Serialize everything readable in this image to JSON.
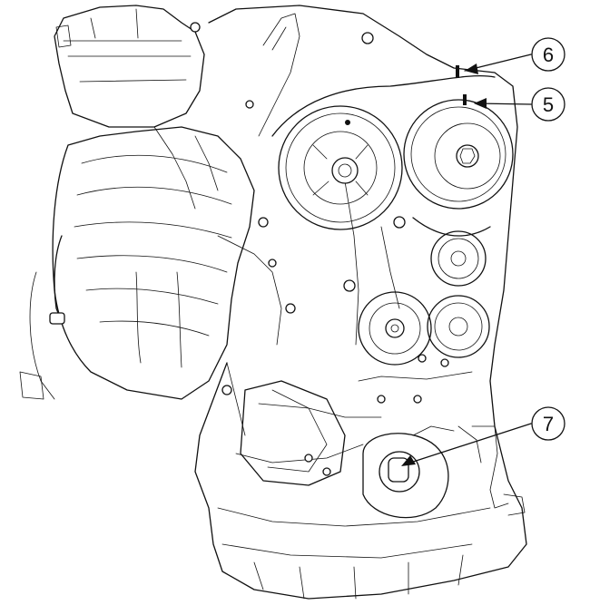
{
  "callouts": [
    {
      "id": "6",
      "label": "6"
    },
    {
      "id": "5",
      "label": "5"
    },
    {
      "id": "7",
      "label": "7"
    }
  ]
}
